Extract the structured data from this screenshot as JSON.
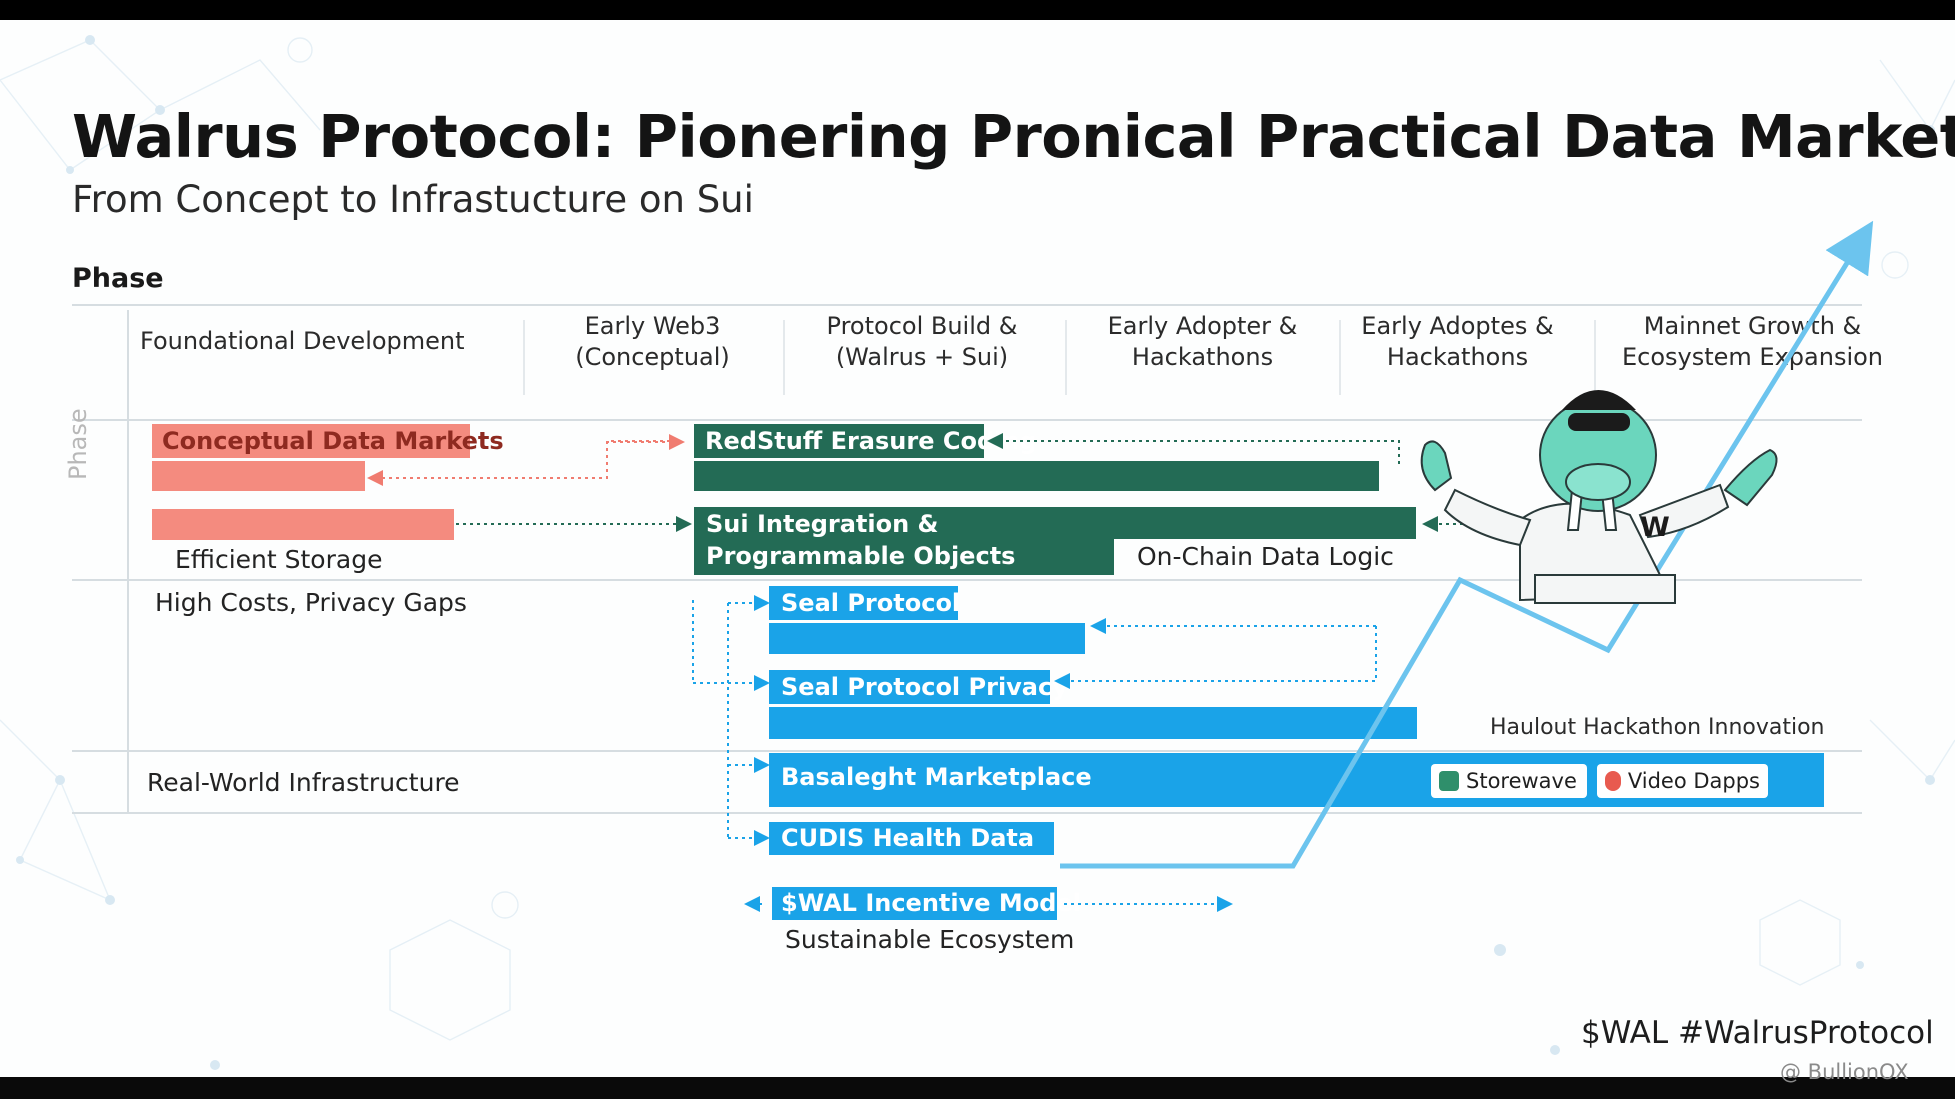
{
  "title": "Walrus Protocol: Pionering Pronical Practical Data Markets",
  "subtitle": "From Concept to Infrastucture on Sui",
  "phase_heading": "Phase",
  "phase_vertical": "Phase",
  "columns": [
    "Foundational Development",
    "Early Web3 (Conceptual)",
    "Protocol Build & (Walrus + Sui)",
    "Early Adopter & Hackathons",
    "Early Adoptes & Hackathons",
    "Mainnet Growth & Ecosystem Expansion"
  ],
  "rows": {
    "problem": "High Costs, Privacy Gaps",
    "infra": "Real-World Infrastructure"
  },
  "items": {
    "conceptual": "Conceptual Data Markets",
    "efficient": "Efficient Storage",
    "redstuff": "RedStuff Erasure Coding",
    "sui_line1": "Sui Integration &",
    "sui_line2": "Programmable Objects",
    "onchain": "On-Chain Data Logic",
    "seal": "Seal Protocol",
    "seal_privacy": "Seal Protocol Privacy",
    "haulout": "Haulout Hackathon Innovation",
    "basaleght": "Basaleght Marketplace",
    "storewave": "Storewave",
    "video_dapps": "Video Dapps",
    "cudis": "CUDIS  Health Data",
    "wal_incentive": "$WAL Incentive Model",
    "sustainable": "Sustainable Ecosystem"
  },
  "mascot_letter": "W",
  "footer_tag": "$WAL #WalrusProtocol",
  "watermark": "@ BullionOX",
  "colors": {
    "coral": "#f48b7f",
    "coral_text": "#8e2a20",
    "green": "#236b55",
    "blue": "#1aa3e8",
    "growth_line": "#6cc4ee",
    "grid": "#d4dce0"
  }
}
